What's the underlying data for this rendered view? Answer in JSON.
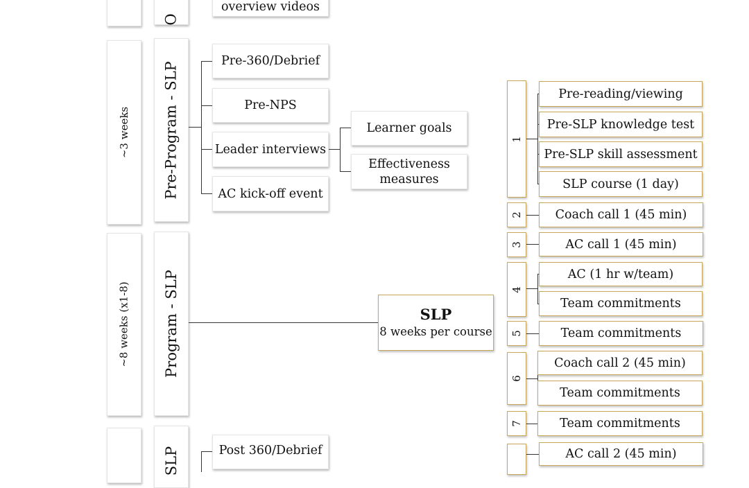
{
  "top": {
    "partial_letter": "O",
    "partial_box": "overview videos"
  },
  "pre_program": {
    "duration": "~3 weeks",
    "phase": "Pre-Program - SLP",
    "items": [
      "Pre-360/Debrief",
      "Pre-NPS",
      "Leader interviews",
      "AC kick-off event"
    ],
    "sub_items": [
      "Learner goals",
      "Effectiveness measures"
    ]
  },
  "program": {
    "duration": "~8 weeks (x1-8)",
    "phase": "Program - SLP",
    "slp_title": "SLP",
    "slp_subtitle": "8 weeks per course"
  },
  "post_program": {
    "phase_partial": "SLP",
    "items": [
      "Post 360/Debrief"
    ]
  },
  "weeks": [
    {
      "num": "1",
      "items": [
        "Pre-reading/viewing",
        "Pre-SLP knowledge test",
        "Pre-SLP skill assessment",
        "SLP course (1 day)"
      ]
    },
    {
      "num": "2",
      "items": [
        "Coach call 1 (45 min)"
      ]
    },
    {
      "num": "3",
      "items": [
        "AC call 1 (45 min)"
      ]
    },
    {
      "num": "4",
      "items": [
        "AC (1 hr w/team)",
        "Team commitments"
      ]
    },
    {
      "num": "5",
      "items": [
        "Team commitments"
      ]
    },
    {
      "num": "6",
      "items": [
        "Coach call 2 (45 min)",
        "Team commitments"
      ]
    },
    {
      "num": "7",
      "items": [
        "Team commitments"
      ]
    },
    {
      "num": "",
      "items": [
        "AC call 2 (45 min)"
      ]
    }
  ]
}
